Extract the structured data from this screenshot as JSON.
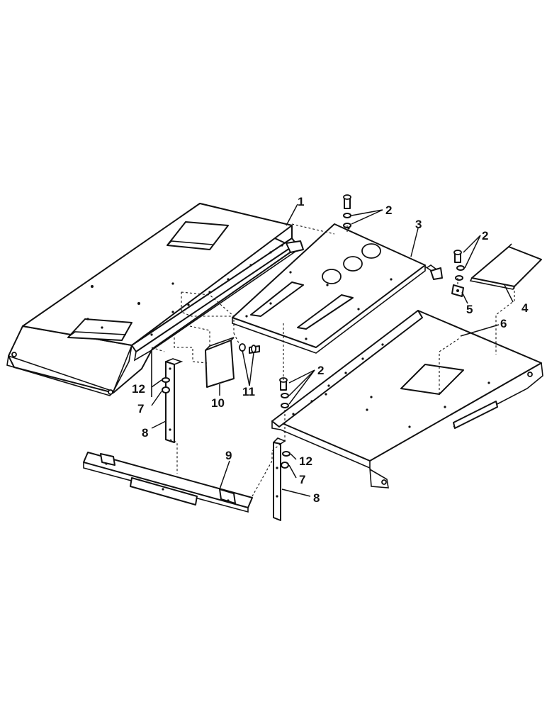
{
  "callouts": {
    "c1": "1",
    "c2a": "2",
    "c2b": "2",
    "c2c": "2",
    "c3": "3",
    "c4": "4",
    "c5": "5",
    "c6": "6",
    "c7a": "7",
    "c7b": "7",
    "c8a": "8",
    "c8b": "8",
    "c9": "9",
    "c10": "10",
    "c11": "11",
    "c12a": "12",
    "c12b": "12"
  }
}
